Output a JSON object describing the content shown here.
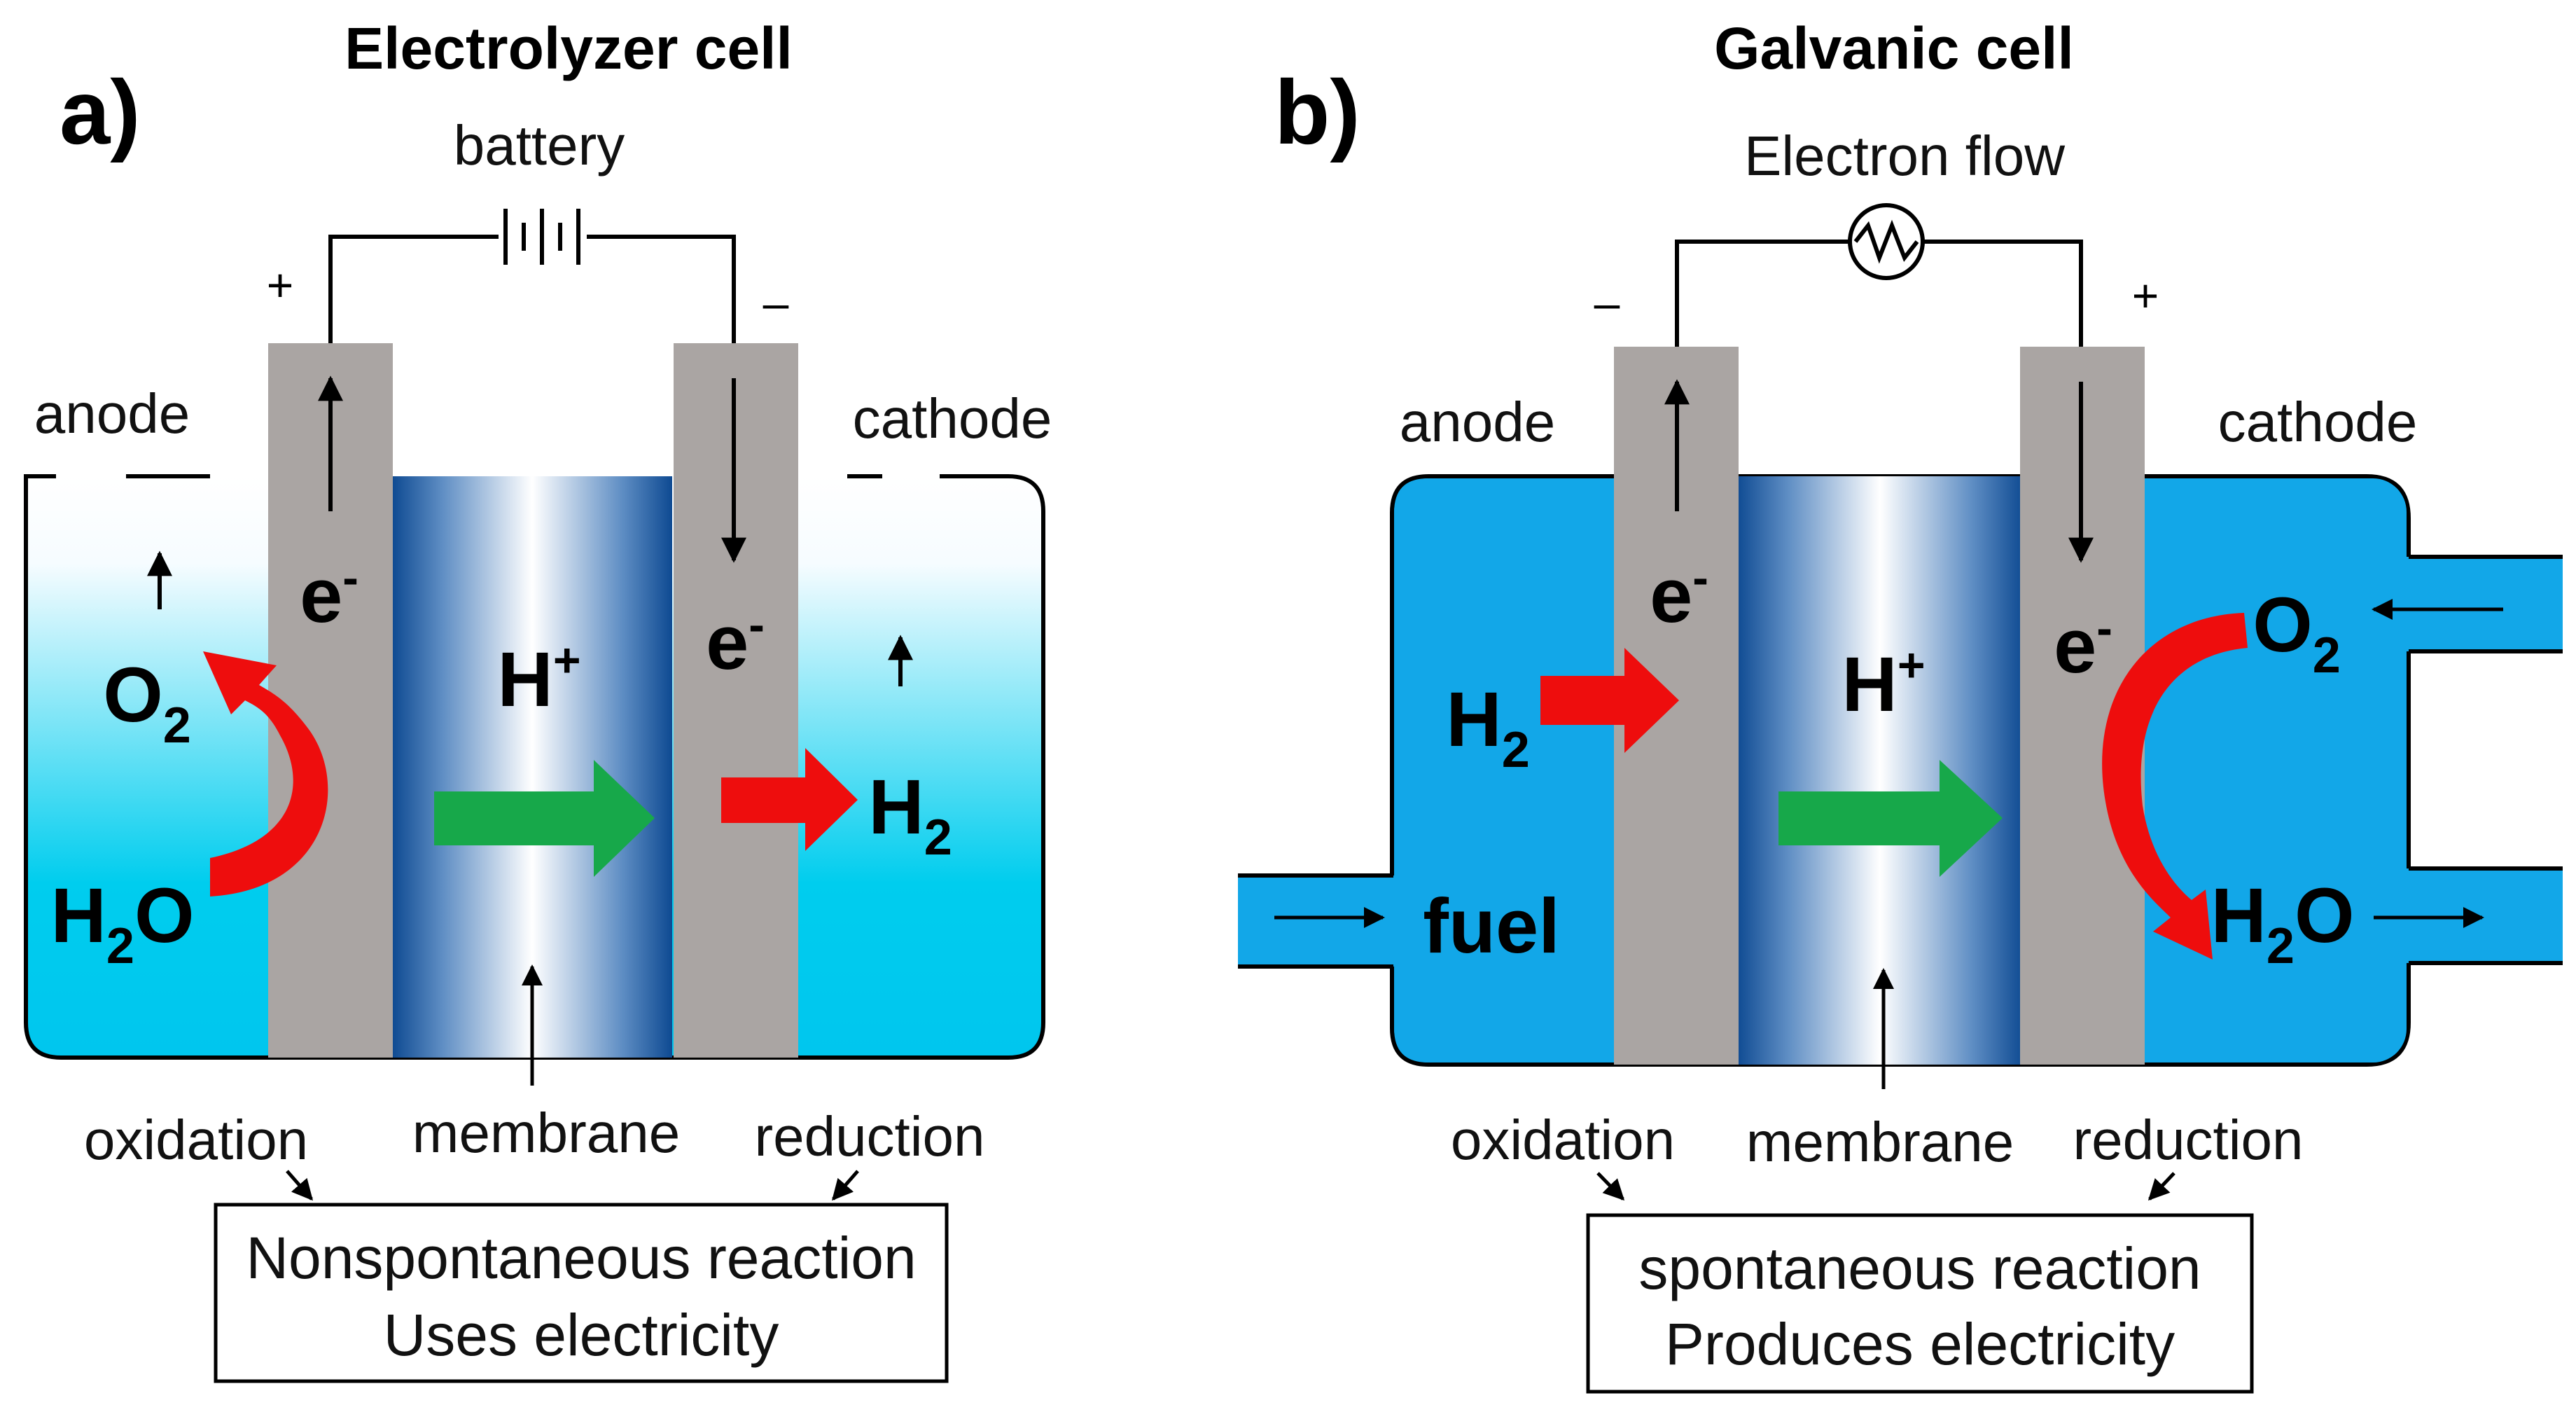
{
  "panel_a": {
    "letter": "a)",
    "title": "Electrolyzer cell",
    "source_label": "battery",
    "plus_sign": "+",
    "minus_sign": "–",
    "anode_label": "anode",
    "cathode_label": "cathode",
    "left_electron": "e",
    "right_electron": "e",
    "electron_sup": "-",
    "proton": "H",
    "proton_sup": "+",
    "o2": "O",
    "o2_sub": "2",
    "h2o_h": "H",
    "h2o_sub": "2",
    "h2o_o": "O",
    "h2": "H",
    "h2_sub": "2",
    "oxidation_label": "oxidation",
    "membrane_label": "membrane",
    "reduction_label": "reduction",
    "box_line1": "Nonspontaneous reaction",
    "box_line2": "Uses electricity"
  },
  "panel_b": {
    "letter": "b)",
    "title": "Galvanic cell",
    "source_label": "Electron flow",
    "minus_sign": "–",
    "plus_sign": "+",
    "anode_label": "anode",
    "cathode_label": "cathode",
    "left_electron": "e",
    "right_electron": "e",
    "electron_sup": "-",
    "proton": "H",
    "proton_sup": "+",
    "h2": "H",
    "h2_sub": "2",
    "fuel_label": "fuel",
    "o2": "O",
    "o2_sub": "2",
    "h2o_h": "H",
    "h2o_sub": "2",
    "h2o_o": "O",
    "oxidation_label": "oxidation",
    "membrane_label": "membrane",
    "reduction_label": "reduction",
    "box_line1": "spontaneous reaction",
    "box_line2": "Produces electricity"
  },
  "colors": {
    "electrode": "#aaa5a3",
    "electrolyte_light": "#ffffff",
    "electrolyte_dark": "#00c8ee",
    "galvanic_fill": "#12a7e8",
    "membrane_dark": "#0f4c94",
    "arrow_red": "#ee0d0d",
    "arrow_green": "#17a84a"
  }
}
